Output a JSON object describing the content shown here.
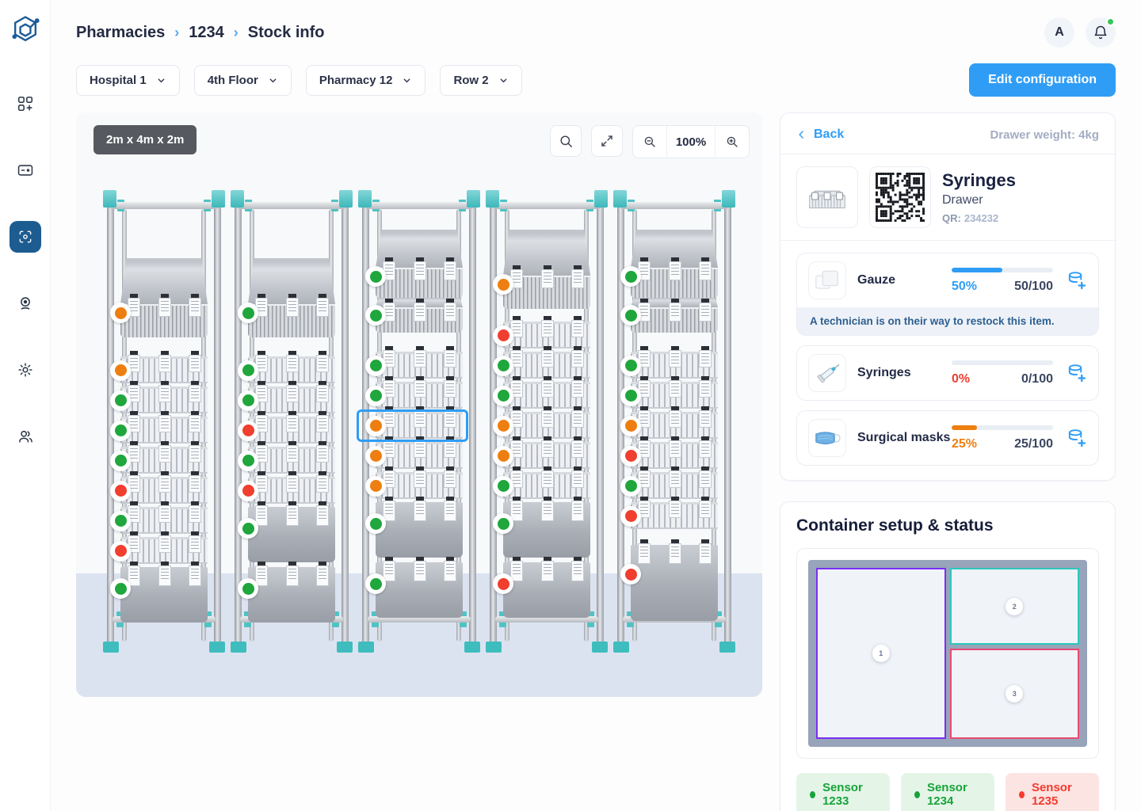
{
  "breadcrumb": {
    "items": [
      "Pharmacies",
      "1234",
      "Stock info"
    ]
  },
  "header": {
    "avatar_initial": "A",
    "edit_button": "Edit configuration",
    "notification_badge": true
  },
  "filters": [
    {
      "id": "hospital",
      "label": "Hospital 1"
    },
    {
      "id": "floor",
      "label": "4th Floor"
    },
    {
      "id": "pharmacy",
      "label": "Pharmacy 12"
    },
    {
      "id": "row",
      "label": "Row 2"
    }
  ],
  "sidebar": {
    "items": [
      {
        "name": "dashboard",
        "icon": "apps-plus-icon",
        "active": false
      },
      {
        "name": "drawers",
        "icon": "drawer-icon",
        "active": false
      },
      {
        "name": "scan",
        "icon": "scan-focus-icon",
        "active": true
      },
      {
        "name": "camera",
        "icon": "webcam-icon",
        "active": false
      },
      {
        "name": "settings",
        "icon": "gear-icon",
        "active": false
      },
      {
        "name": "users",
        "icon": "users-icon",
        "active": false
      }
    ]
  },
  "canvas": {
    "dimensions_label": "2m x 4m x 2m",
    "zoom_level": "100%",
    "status_colors": {
      "green": "#1FA63C",
      "orange": "#EE7E10",
      "red": "#F03E2F"
    },
    "racks": [
      {
        "modules": [
          {
            "type": "space_lg"
          },
          {
            "type": "basket",
            "status": "orange"
          },
          {
            "type": "space_sm"
          },
          {
            "type": "row",
            "status": "orange"
          },
          {
            "type": "row",
            "status": "green"
          },
          {
            "type": "row",
            "status": "green"
          },
          {
            "type": "row",
            "status": "green"
          },
          {
            "type": "row",
            "status": "red"
          },
          {
            "type": "row",
            "status": "green"
          },
          {
            "type": "row",
            "status": "red"
          },
          {
            "type": "drawer",
            "status": "green"
          }
        ]
      },
      {
        "modules": [
          {
            "type": "space_lg"
          },
          {
            "type": "basket",
            "status": "green"
          },
          {
            "type": "space_sm"
          },
          {
            "type": "row",
            "status": "green"
          },
          {
            "type": "row",
            "status": "green"
          },
          {
            "type": "row",
            "status": "red"
          },
          {
            "type": "row",
            "status": "green"
          },
          {
            "type": "row",
            "status": "red"
          },
          {
            "type": "drawer",
            "status": "green"
          },
          {
            "type": "drawer",
            "status": "green"
          }
        ]
      },
      {
        "modules": [
          {
            "type": "space_xs"
          },
          {
            "type": "basket_md",
            "status": "green"
          },
          {
            "type": "basket_short",
            "status": "green"
          },
          {
            "type": "space_sm"
          },
          {
            "type": "row",
            "status": "green"
          },
          {
            "type": "row",
            "status": "green"
          },
          {
            "type": "row",
            "status": "orange",
            "selected": true
          },
          {
            "type": "row",
            "status": "orange"
          },
          {
            "type": "row",
            "status": "orange"
          },
          {
            "type": "drawer",
            "status": "green"
          },
          {
            "type": "drawer",
            "status": "green"
          }
        ]
      },
      {
        "modules": [
          {
            "type": "space_xs"
          },
          {
            "type": "basket",
            "status": "orange"
          },
          {
            "type": "space_xxs"
          },
          {
            "type": "row",
            "status": "red"
          },
          {
            "type": "row",
            "status": "green"
          },
          {
            "type": "row",
            "status": "green"
          },
          {
            "type": "row",
            "status": "orange"
          },
          {
            "type": "row",
            "status": "orange"
          },
          {
            "type": "row",
            "status": "green"
          },
          {
            "type": "drawer",
            "status": "green"
          },
          {
            "type": "drawer",
            "status": "red"
          }
        ]
      },
      {
        "modules": [
          {
            "type": "space_xs"
          },
          {
            "type": "basket_md",
            "status": "green"
          },
          {
            "type": "basket_short",
            "status": "green"
          },
          {
            "type": "space_sm"
          },
          {
            "type": "row",
            "status": "green"
          },
          {
            "type": "row",
            "status": "green"
          },
          {
            "type": "row",
            "status": "orange"
          },
          {
            "type": "row",
            "status": "red"
          },
          {
            "type": "row",
            "status": "green"
          },
          {
            "type": "row",
            "status": "red"
          },
          {
            "type": "space_xxs"
          },
          {
            "type": "drawer_tall",
            "status": "red"
          }
        ]
      }
    ]
  },
  "details": {
    "back_label": "Back",
    "weight_label": "Drawer weight: 4kg",
    "name": "Syringes",
    "type": "Drawer",
    "qr_label": "QR:",
    "qr_value": "234232",
    "items": [
      {
        "name": "Gauze",
        "icon": "gauze-icon",
        "percent": "50%",
        "fraction": "50/100",
        "fill": 50,
        "color": "#2F9DF5",
        "note": "A technician is on their way to restock this item."
      },
      {
        "name": "Syringes",
        "icon": "syringe-icon",
        "percent": "0%",
        "fraction": "0/100",
        "fill": 0,
        "color": "#F03E2F"
      },
      {
        "name": "Surgical masks",
        "icon": "mask-icon",
        "percent": "25%",
        "fraction": "25/100",
        "fill": 25,
        "color": "#EE7E10"
      }
    ]
  },
  "container": {
    "title": "Container setup & status",
    "regions": [
      {
        "number": "1",
        "color": "#7B2EF5",
        "position": "left"
      },
      {
        "number": "2",
        "color": "#2CC8BD",
        "position": "top-right"
      },
      {
        "number": "3",
        "color": "#EA4A71",
        "position": "bottom-right"
      }
    ],
    "sensors": [
      {
        "label": "Sensor 1233",
        "status": "ok"
      },
      {
        "label": "Sensor 1234",
        "status": "ok"
      },
      {
        "label": "Sensor 1235",
        "status": "error"
      }
    ]
  },
  "theme": {
    "accent": "#2F9DF5",
    "sensor_ok_text": "#17A339",
    "sensor_ok_bg": "#E4F5E8",
    "sensor_error_text": "#F4392E",
    "sensor_error_bg": "#FCE4E2"
  }
}
